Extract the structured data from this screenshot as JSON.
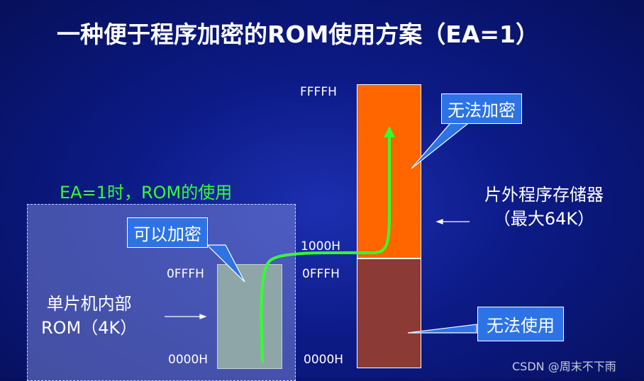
{
  "title": "一种便于程序加密的ROM使用方案（EA=1）",
  "ea_label": "EA=1时，ROM的使用",
  "internal": {
    "label_line1": "单片机内部",
    "label_line2": "ROM（4K）",
    "addr_top": "0FFFH",
    "addr_bottom": "0000H",
    "callout": "可以加密"
  },
  "external": {
    "addr_top": "FFFFH",
    "addr_mid": "1000H",
    "addr_lower_top": "0FFFH",
    "addr_bottom": "0000H",
    "label_line1": "片外程序存储器",
    "label_line2": "（最大64K）",
    "callout_top": "无法加密",
    "callout_bottom": "无法使用"
  },
  "colors": {
    "background": "#0c1a86",
    "ext_top": "#ff6600",
    "ext_bottom": "#8b3a35",
    "internal_rom": "#8fa6a9",
    "flow_arrow": "#33ff33",
    "callout": "#2d73e6"
  },
  "watermark": "CSDN @周末不下雨"
}
